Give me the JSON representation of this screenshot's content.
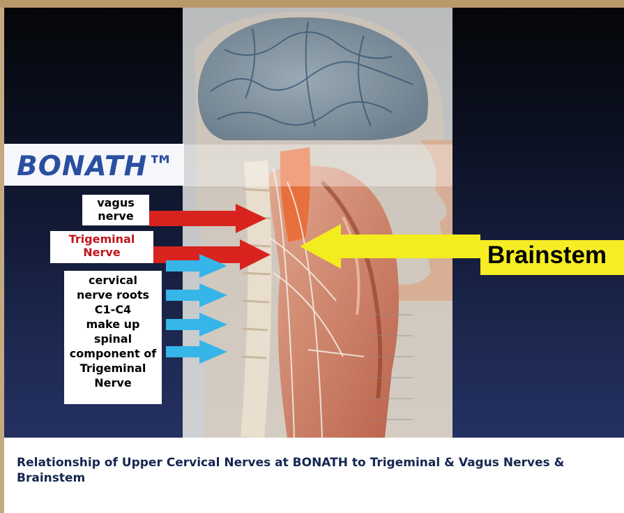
{
  "slide": {
    "logo_text": "BONATH™",
    "labels": {
      "vagus": [
        "vagus",
        "nerve"
      ],
      "trigeminal": [
        "Trigeminal",
        "Nerve"
      ],
      "cervical": [
        "cervical",
        "nerve roots",
        "C1-C4",
        "make up",
        "spinal",
        "component of",
        "Trigeminal",
        "Nerve"
      ]
    },
    "brainstem_label": "Brainstem"
  },
  "caption": "Relationship of Upper Cervical Nerves at BONATH to Trigeminal & Vagus Nerves & Brainstem",
  "colors": {
    "frame": "#b7996a",
    "logo_blue": "#2a4fa0",
    "trigeminal_red": "#c0151c",
    "arrow_red": "#d8231e",
    "arrow_yellow": "#f3ec1f",
    "arrow_cyan": "#36b5e8",
    "brainstem_bg": "#f6ed24",
    "caption_color": "#15264f"
  }
}
